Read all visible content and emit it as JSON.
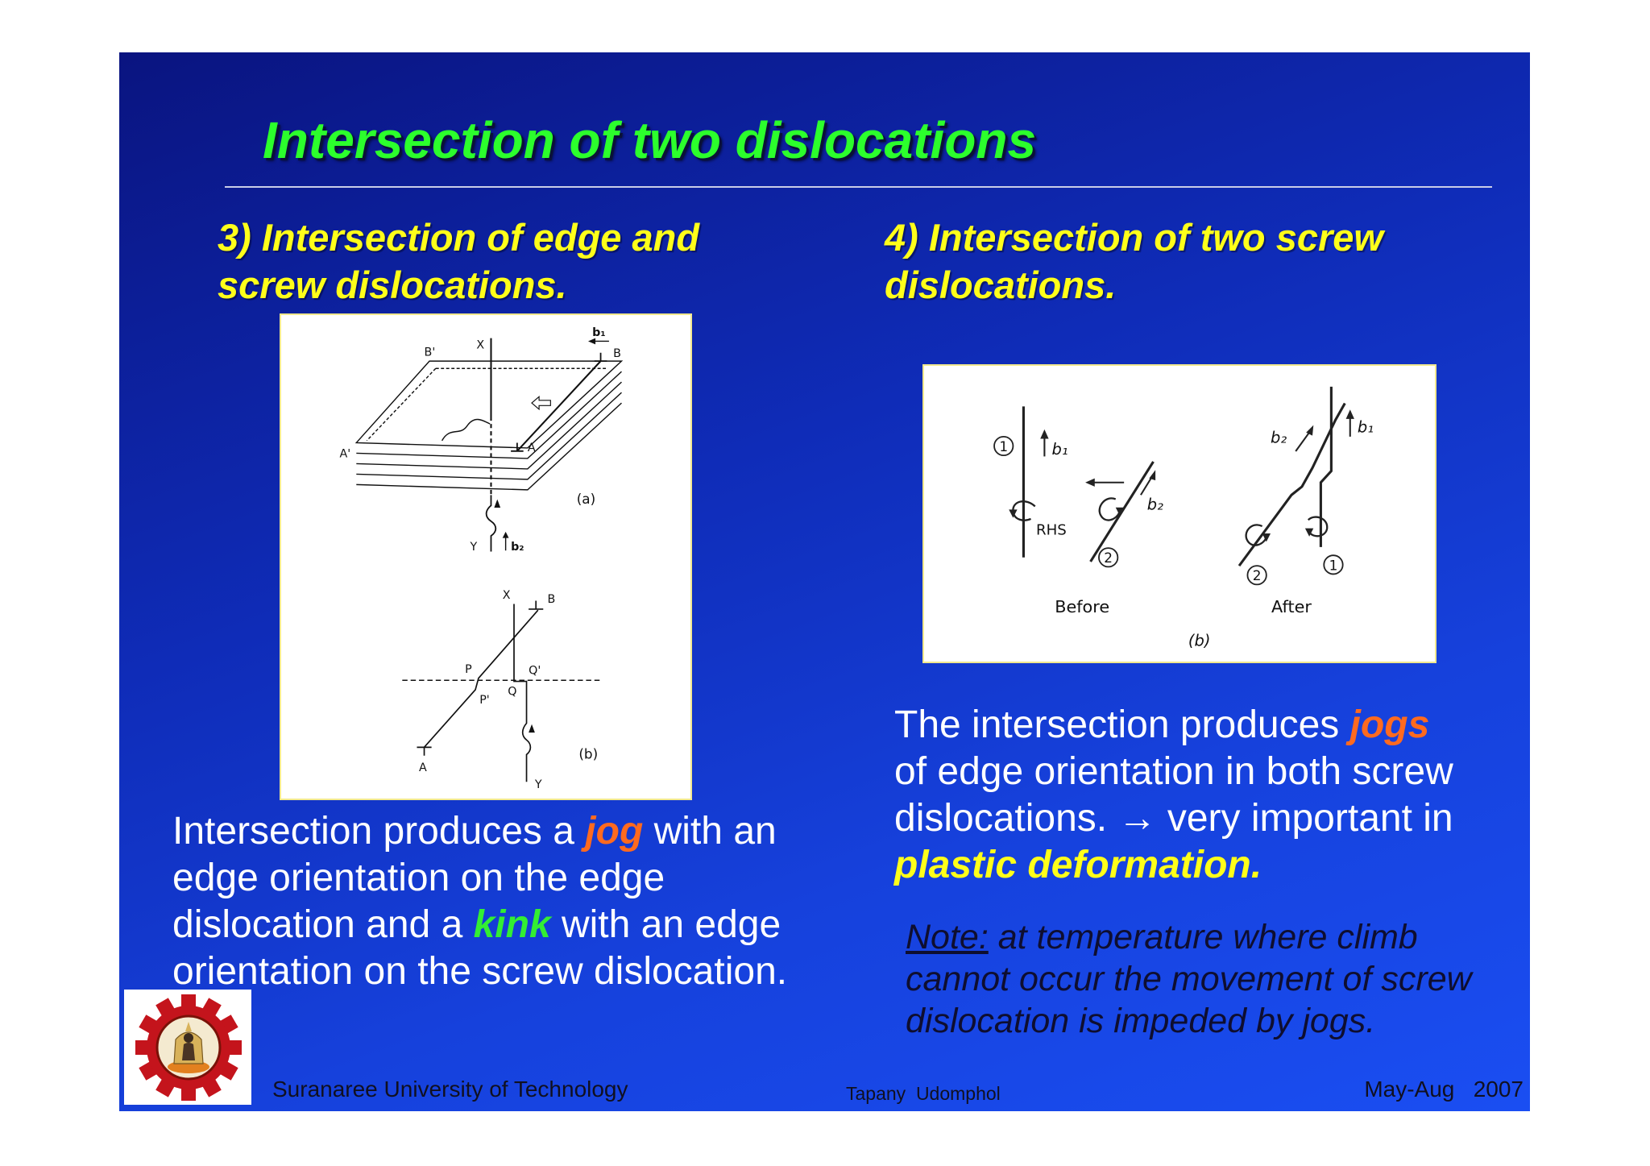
{
  "theme": {
    "title_color": "#2cff2c",
    "heading_color": "#ffff1a",
    "body_color": "#ffffff",
    "jog_color": "#ff6a1f",
    "kink_color": "#33ee33",
    "note_color": "#0e0e30",
    "footer_color": "#101020"
  },
  "slide": {
    "title": "Intersection of two dislocations",
    "left_heading": {
      "line1": "3) Intersection of edge and",
      "line2": "screw dislocations."
    },
    "right_heading": {
      "line1": "4) Intersection of two screw",
      "line2": "dislocations."
    },
    "left_body": {
      "l1_before": "Intersection produces a ",
      "l1_jog": "jog",
      "l1_after": " with an",
      "l2": "edge orientation on the edge",
      "l3_before": "dislocation and a ",
      "l3_kink": "kink",
      "l3_after": " with an edge",
      "l4": "orientation on the screw dislocation."
    },
    "right_body": {
      "l1_before": "The intersection produces ",
      "l1_jogs": "jogs",
      "l2": "of edge orientation in both screw",
      "l3": "dislocations. → very important in",
      "l4": "plastic deformation."
    },
    "note": {
      "label": "Note:",
      "l1": " at temperature where climb",
      "l2": "cannot occur the movement of screw",
      "l3": "dislocation is impeded by jogs."
    },
    "logo_icon": "university-gear-emblem",
    "footer": {
      "institution": "Suranaree University of Technology",
      "author": "Tapany  Udomphol",
      "term": "May-Aug   2007"
    }
  },
  "figure_left": {
    "panel_a": {
      "label_b_prime": "B'",
      "label_x": "X",
      "label_b1": "b₁",
      "label_b": "B",
      "label_a_prime": "A'",
      "label_a": "A",
      "caption": "(a)",
      "label_y": "Y",
      "label_b2": "b₂"
    },
    "panel_b": {
      "label_x": "X",
      "label_b": "B",
      "label_p": "P",
      "label_q_prime": "Q'",
      "label_p_prime": "P'",
      "label_q": "Q",
      "label_a": "A",
      "caption": "(b)",
      "label_y": "Y"
    }
  },
  "figure_right": {
    "before": {
      "circle_1": "1",
      "label_b1": "b₁",
      "label_rhs": "RHS",
      "label_b2": "b₂",
      "circle_2": "2",
      "caption": "Before"
    },
    "after": {
      "label_b2": "b₂",
      "label_b1": "b₁",
      "circle_2": "2",
      "circle_1": "1",
      "caption": "After"
    },
    "caption": "(b)"
  }
}
